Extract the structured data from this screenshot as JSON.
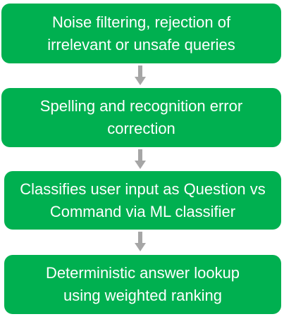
{
  "colors": {
    "box_fill": "#00b050",
    "box_text": "#ffffff",
    "arrow": "#a6a6a6"
  },
  "steps": [
    {
      "text": "Noise filtering, rejection of irrelevant or unsafe queries"
    },
    {
      "text": "Spelling and recognition error correction"
    },
    {
      "text": "Classifies user input as Question vs Command via ML classifier"
    },
    {
      "text": "Deterministic answer lookup using weighted ranking"
    }
  ],
  "arrow_icon": "down-arrow-icon"
}
